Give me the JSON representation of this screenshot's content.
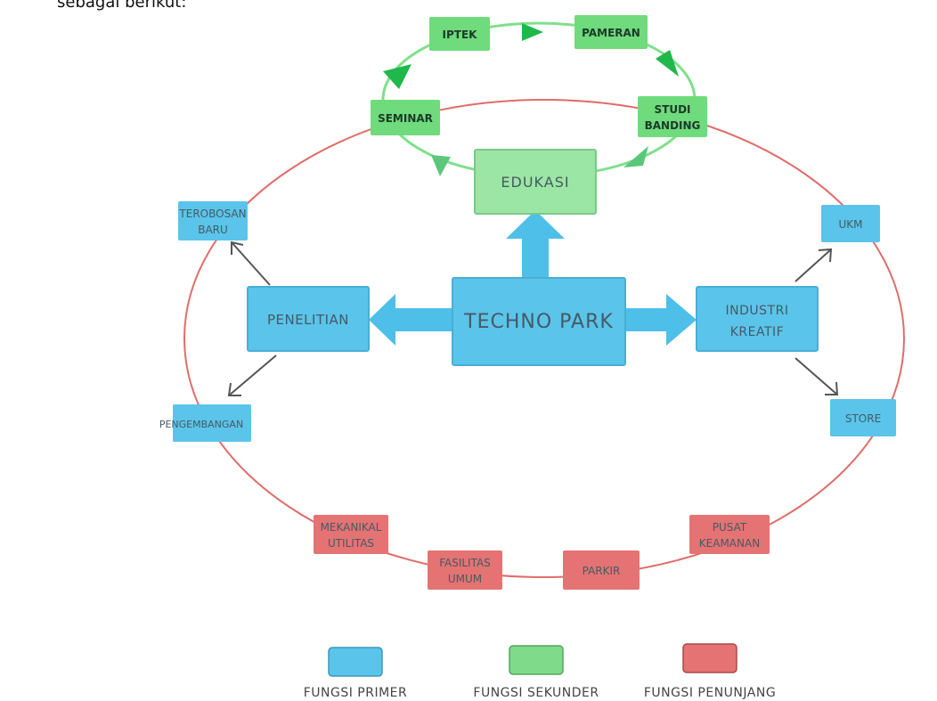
{
  "intro_text": "sebagai berikut:",
  "center": "TECHNO PARK",
  "primary": {
    "penelitian": "PENELITIAN",
    "industri": [
      "INDUSTRI",
      "KREATIF"
    ],
    "terobosan": [
      "TEROBOSAN",
      "BARU"
    ],
    "pengembangan": "PENGEMBANGAN",
    "ukm": "UKM",
    "store": "STORE"
  },
  "secondary": {
    "edukasi": "EDUKASI",
    "iptek": "IPTEK",
    "pameran": "PAMERAN",
    "seminar": "SEMINAR",
    "studi_banding": [
      "STUDI",
      "BANDING"
    ]
  },
  "support": {
    "mekanikal": [
      "MEKANIKAL",
      "UTILITAS"
    ],
    "fasilitas": [
      "FASILITAS",
      "UMUM"
    ],
    "parkir": "PARKIR",
    "pusat_keamanan": [
      "PUSAT",
      "KEAMANAN"
    ]
  },
  "legend": {
    "primer": "FUNGSI PRIMER",
    "sekunder": "FUNGSI SEKUNDER",
    "penunjang": "FUNGSI PENUNJANG"
  },
  "colors": {
    "primary": "#5bc4ea",
    "secondary": "#7fdb8a",
    "support": "#e57373",
    "arrow_blue": "#4dbfe9",
    "ring_red": "#d9534f",
    "ring_green": "#7ee08a",
    "arrow_green": "#1fb84a"
  }
}
